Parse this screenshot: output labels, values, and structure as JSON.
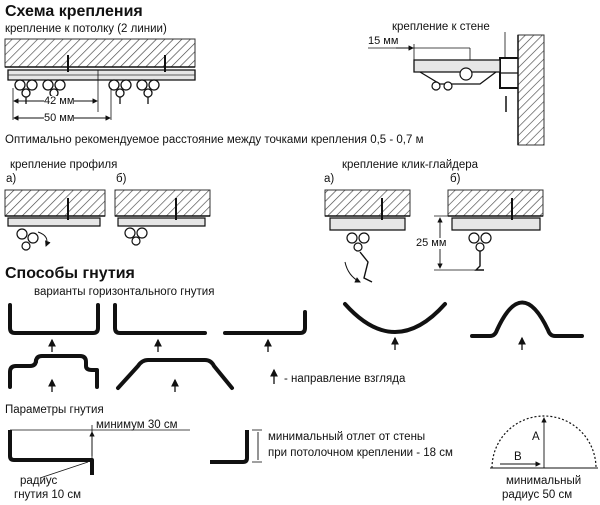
{
  "mounting": {
    "title": "Схема крепления",
    "ceiling_label": "крепление к потолку (2 линии)",
    "wall_label": "крепление к стене",
    "wall_dim": "15 мм",
    "dim_42": "42 мм",
    "dim_50": "50 мм",
    "recommendation": "Оптимально рекомендуемое расстояние между точками крепления 0,5 - 0,7 м",
    "profile_label": "крепление профиля",
    "glider_label": "крепление клик-глайдера",
    "variant_a": "а)",
    "variant_b": "б)",
    "dim_25": "25 мм"
  },
  "bending": {
    "title": "Способы гнутия",
    "horizontal_label": "варианты горизонтального гнутия",
    "view_direction": "- направление взгляда",
    "params_label": "Параметры гнутия",
    "min_30": "минимум 30 см",
    "radius_line1": "радиус",
    "radius_line2": "гнутия 10 см",
    "offset_line1": "минимальный отлет от стены",
    "offset_line2": "при потолочном креплении - 18 см",
    "letter_a": "А",
    "letter_b": "В",
    "min_radius_line1": "минимальный",
    "min_radius_line2": "радиус 50 см"
  }
}
